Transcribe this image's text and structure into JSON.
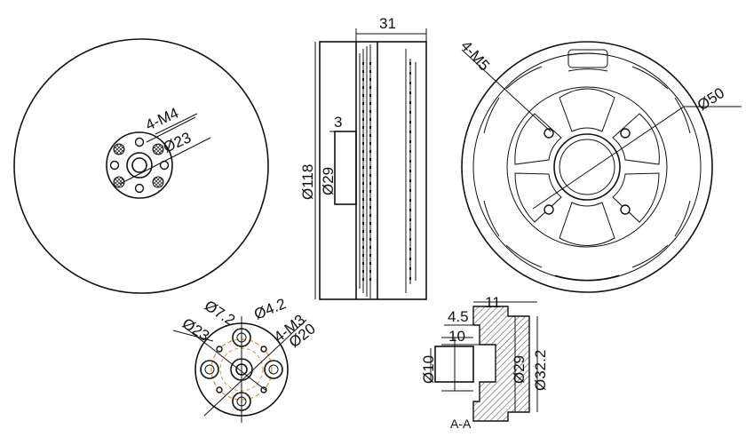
{
  "dimensions": {
    "width_31": "31",
    "depth_3": "3",
    "dia_118": "Ø118",
    "dia_29": "Ø29",
    "front_holes": "4-M4",
    "front_pcd": "Ø23",
    "rear_holes": "4-M5",
    "rear_pcd": "Ø50",
    "detail_d72": "Ø7.2",
    "detail_d42": "Ø4.2",
    "detail_holes": "4-M3",
    "detail_d20": "Ø20",
    "detail_d23": "Ø23",
    "sec_11": "11",
    "sec_45": "4.5",
    "sec_10": "10",
    "sec_d10": "Ø10",
    "sec_d29": "Ø29",
    "sec_d322": "Ø32.2",
    "section_label": "A-A"
  },
  "colors": {
    "line": "#111111",
    "hatch": "#555555",
    "orange_circle": "#d98a4a"
  }
}
